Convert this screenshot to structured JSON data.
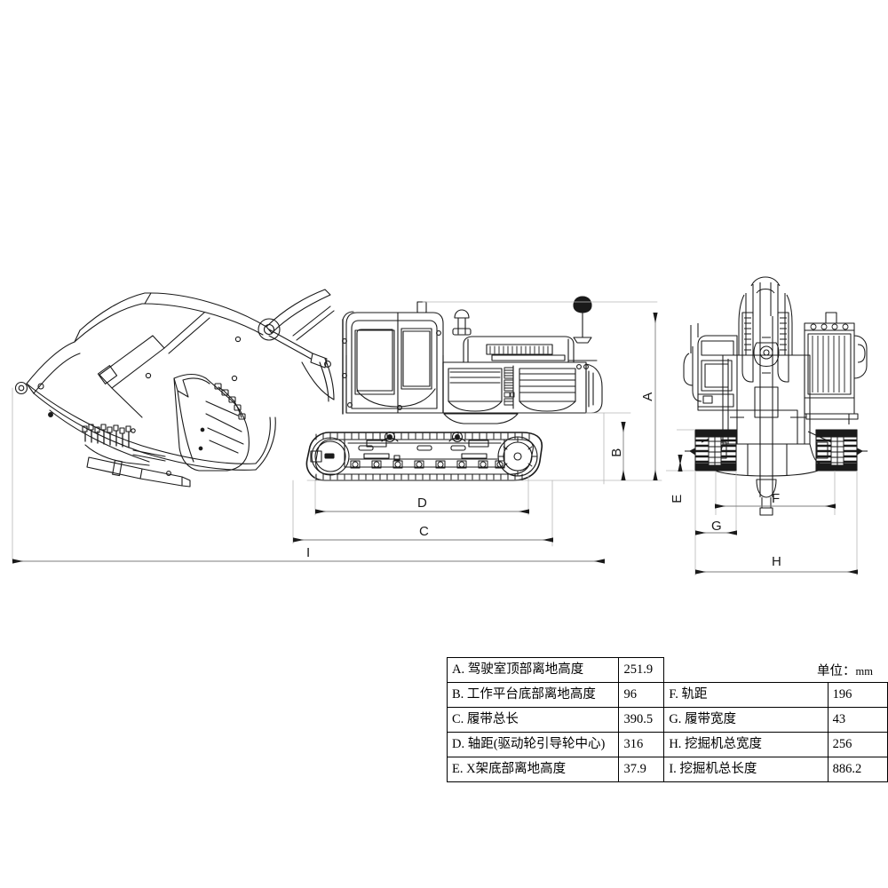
{
  "document": {
    "type": "technical-drawing",
    "subject": "hydraulic crawler excavator dimension drawing",
    "views": [
      {
        "name": "side-view",
        "label": "side elevation"
      },
      {
        "name": "front-view",
        "label": "front elevation"
      }
    ]
  },
  "dimension_labels": {
    "A": "A",
    "B": "B",
    "C": "C",
    "D": "D",
    "E": "E",
    "F": "F",
    "G": "G",
    "H": "H",
    "I": "I"
  },
  "units": {
    "prefix": "单位：",
    "value": "mm"
  },
  "spec_table": {
    "rows": [
      {
        "left_label": "A. 驾驶室顶部离地高度",
        "left_value": "251.9",
        "right_label": "",
        "right_value": ""
      },
      {
        "left_label": "B. 工作平台底部离地高度",
        "left_value": "96",
        "right_label": "F. 轨距",
        "right_value": "196"
      },
      {
        "left_label": "C. 履带总长",
        "left_value": "390.5",
        "right_label": "G. 履带宽度",
        "right_value": "43"
      },
      {
        "left_label": "D. 轴距(驱动轮引导轮中心)",
        "left_value": "316",
        "right_label": "H. 挖掘机总宽度",
        "right_value": "256"
      },
      {
        "left_label": "E. X架底部离地高度",
        "left_value": "37.9",
        "right_label": "I. 挖掘机总长度",
        "right_value": "886.2"
      }
    ]
  },
  "colors": {
    "line": "#1a1a1a",
    "dimension_line": "#9a9a9a",
    "background": "#ffffff"
  }
}
